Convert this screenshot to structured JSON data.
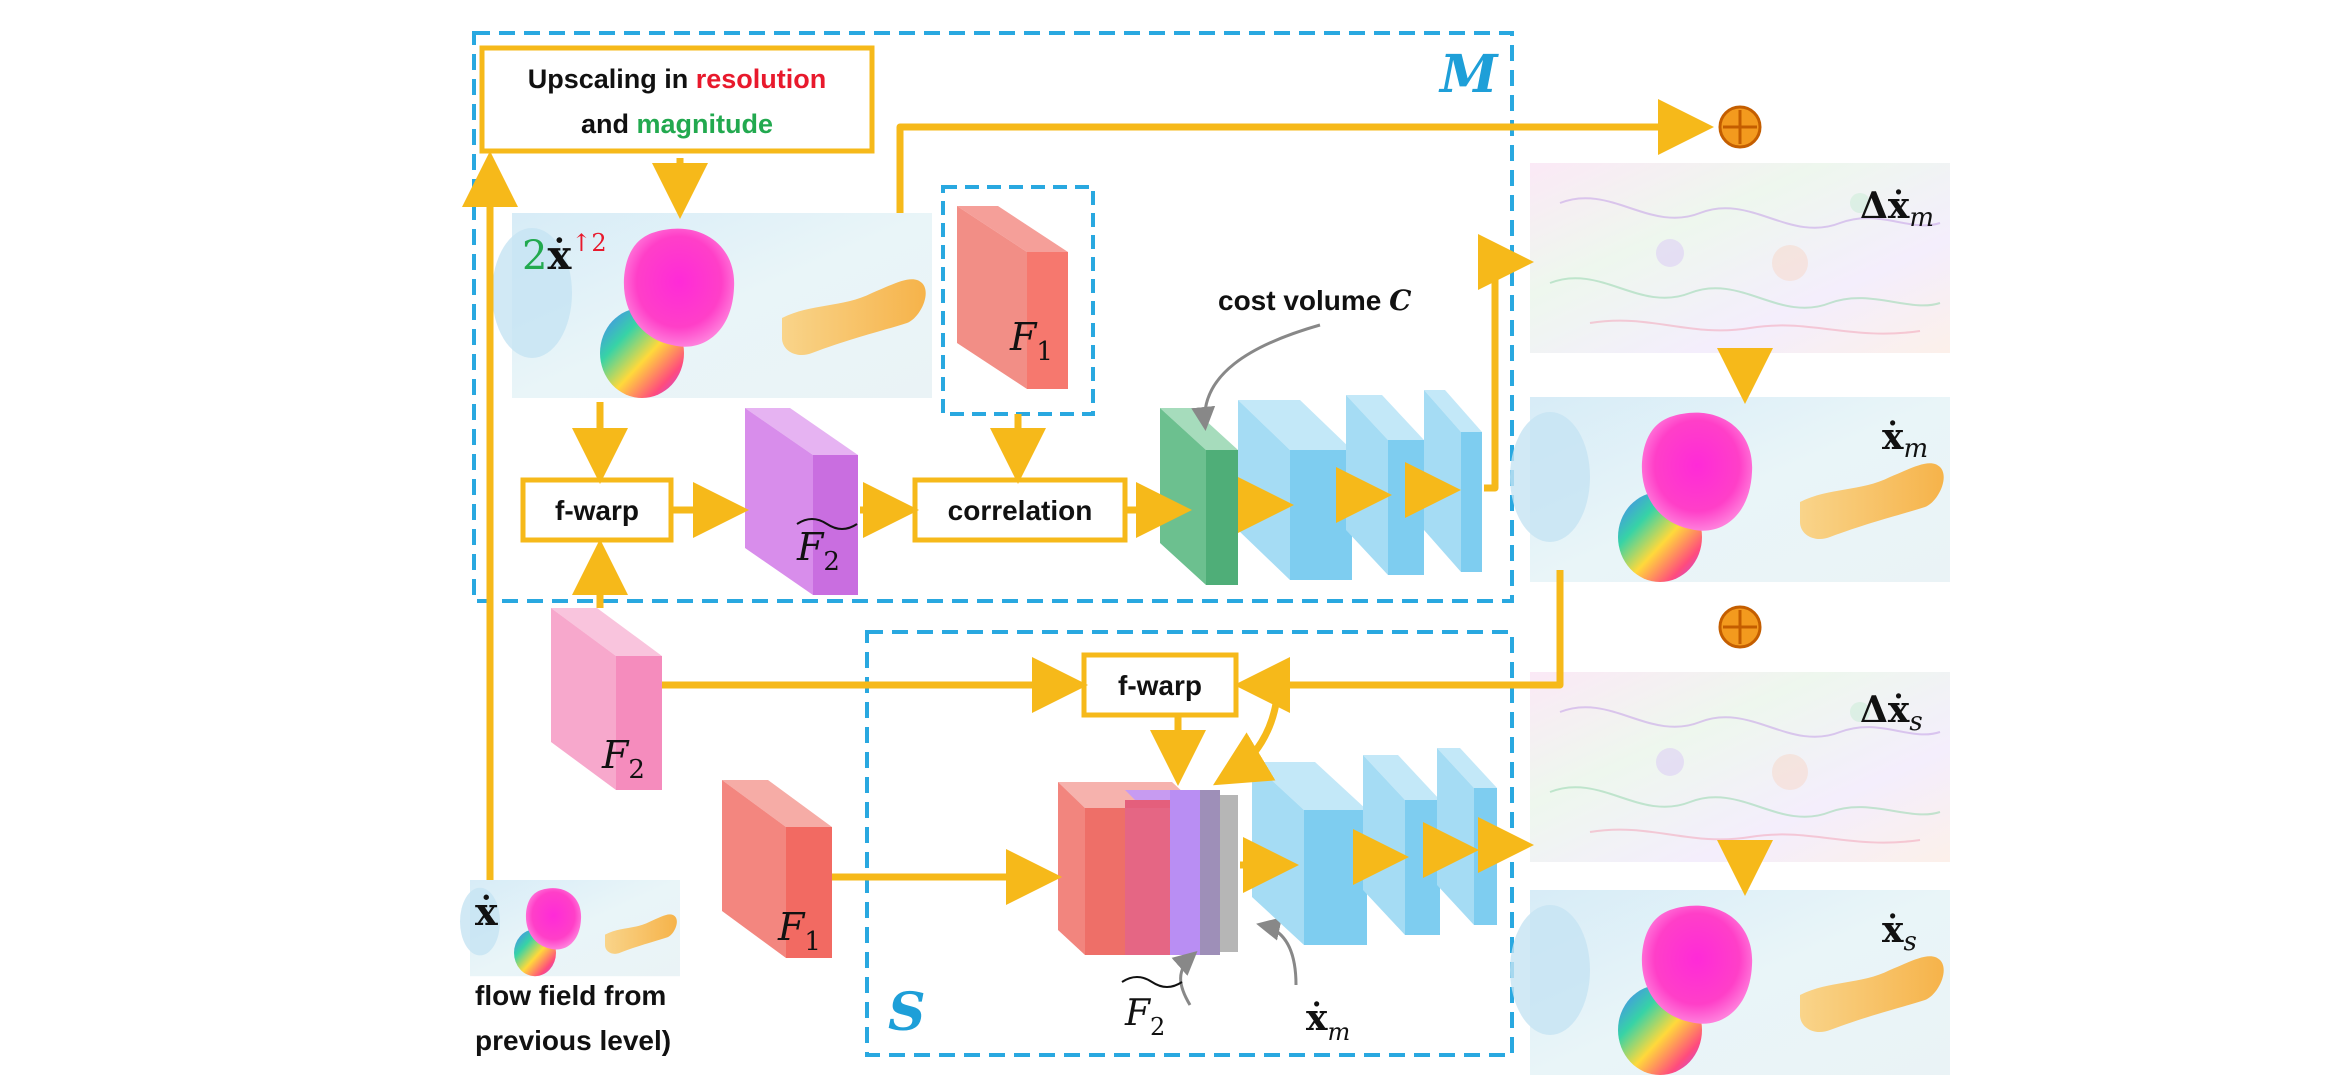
{
  "modules": {
    "m_label": "M",
    "s_label": "S"
  },
  "upscale_box": {
    "line1_prefix": "Upscaling in ",
    "line1_colored": "resolution",
    "line2_prefix": "and ",
    "line2_colored": "magnitude",
    "resolution_color": "#e8192c",
    "magnitude_color": "#22a94f"
  },
  "labels": {
    "upscaled_flow_coef": "2",
    "upscaled_flow_var": "ẋ",
    "upscaled_flow_sup": "↑2",
    "f1_top_base": "F",
    "f1_top_sub": "1",
    "f2_warped_base": "F",
    "f2_warped_sub": "2",
    "f2_base": "F",
    "f2_sub": "2",
    "f1_bottom_base": "F",
    "f1_bottom_sub": "1",
    "fwarp_top": "f-warp",
    "fwarp_bottom": "f-warp",
    "correlation": "correlation",
    "cost_volume_text": "cost volume ",
    "cost_volume_var": "C",
    "delta_xm_prefix": "Δẋ",
    "delta_xm_sub": "m",
    "xm_var": "ẋ",
    "xm_sub": "m",
    "delta_xs_prefix": "Δẋ",
    "delta_xs_sub": "s",
    "xs_var": "ẋ",
    "xs_sub": "s",
    "prev_flow_var": "ẋ",
    "prev_flow_caption_line1": "flow field from",
    "prev_flow_caption_line2": "previous level)",
    "stack_f2_base": "F",
    "stack_f2_sub": "2",
    "stack_xm_var": "ẋ",
    "stack_xm_sub": "m",
    "plus_symbol": "⊕"
  },
  "colors": {
    "arrow": "#f6b91a",
    "dashed_border": "#29a8e0",
    "module_label": "#1e9fd8",
    "conv_blue": "#8fd3f2",
    "cost_green": "#6cc08f",
    "f1_red": "#f2807a",
    "f2_pink": "#f5a3c8",
    "f2_warped_purple": "#d07ae2",
    "plus_fill": "#f39a1e",
    "plus_stroke": "#c45e00"
  }
}
